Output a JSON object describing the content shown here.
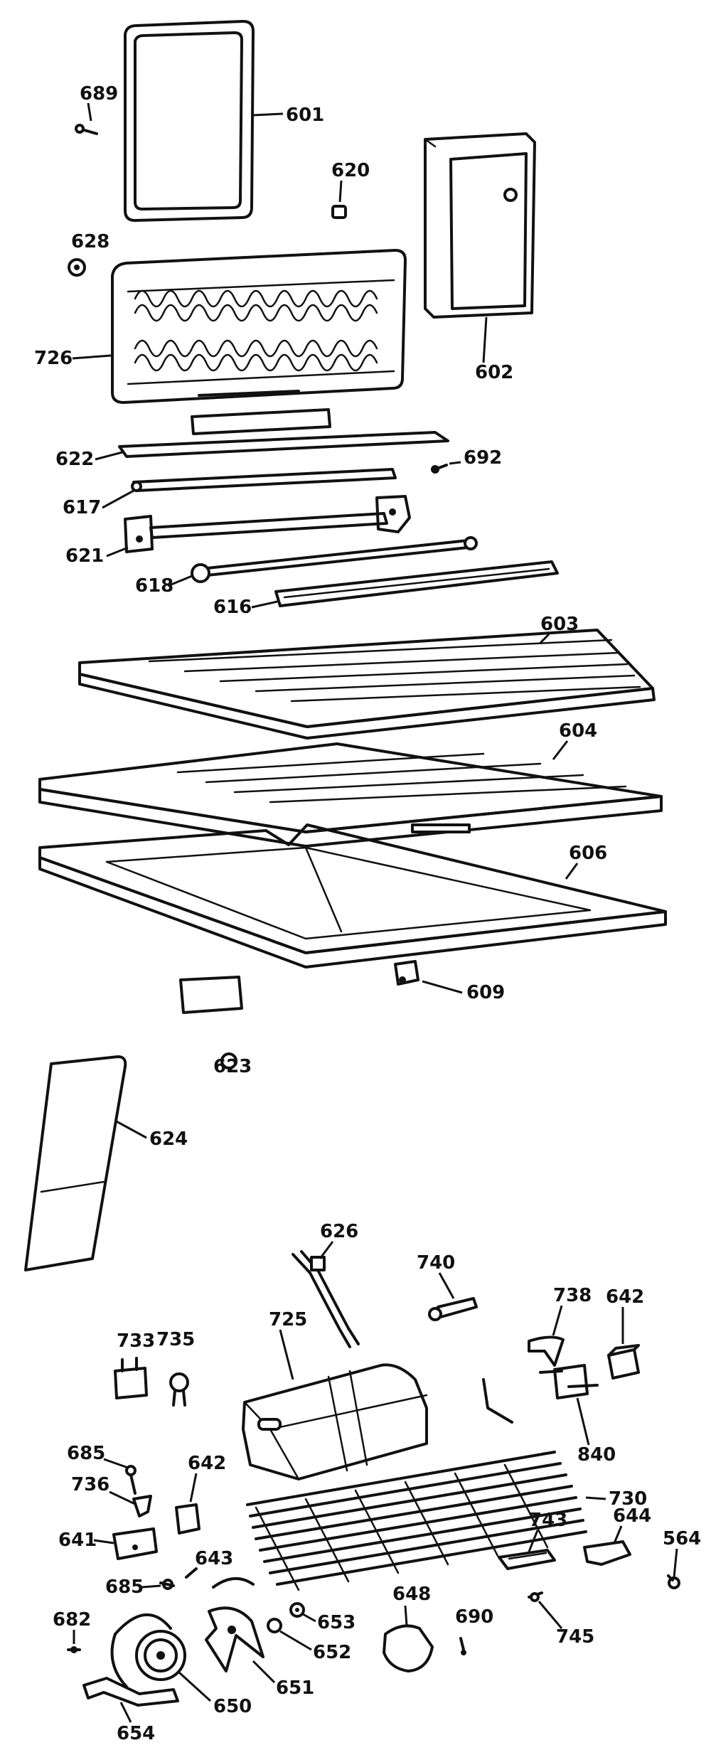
{
  "parts": {
    "p689": "689",
    "p601": "601",
    "p620": "620",
    "p602": "602",
    "p628": "628",
    "p726": "726",
    "p622": "622",
    "p617": "617",
    "p692": "692",
    "p621": "621",
    "p618": "618",
    "p616": "616",
    "p603": "603",
    "p604": "604",
    "p606": "606",
    "p609": "609",
    "p623": "623",
    "p624": "624",
    "p626": "626",
    "p740": "740",
    "p733": "733",
    "p735": "735",
    "p725": "725",
    "p738": "738",
    "p642a": "642",
    "p840": "840",
    "p685a": "685",
    "p736": "736",
    "p642b": "642",
    "p730": "730",
    "p641": "641",
    "p643": "643",
    "p743": "743",
    "p644": "644",
    "p564": "564",
    "p685b": "685",
    "p682": "682",
    "p648": "648",
    "p690": "690",
    "p653": "653",
    "p652": "652",
    "p745": "745",
    "p651": "651",
    "p650": "650",
    "p654": "654"
  }
}
